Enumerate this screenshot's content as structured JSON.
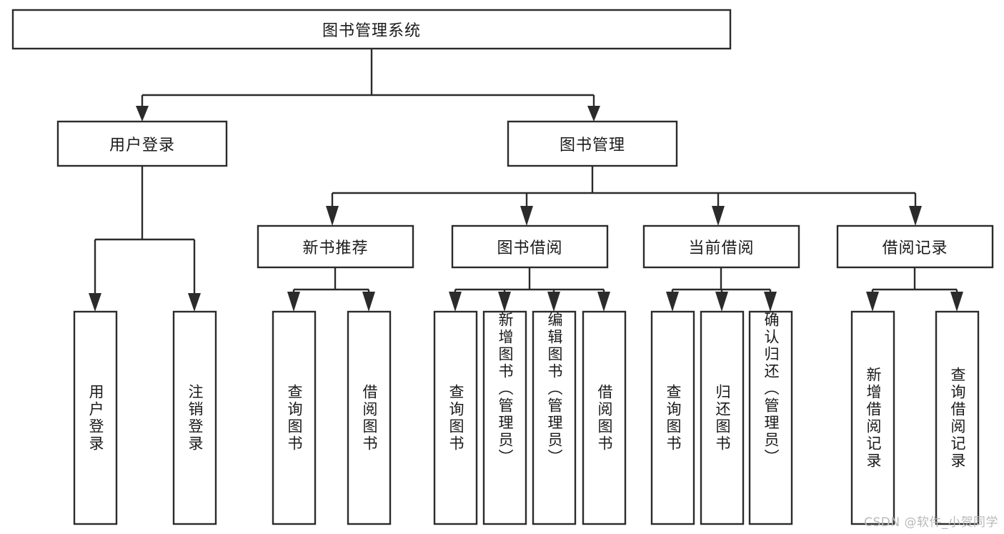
{
  "diagram": {
    "type": "tree-hierarchy",
    "title": "图书管理系统",
    "watermark": "CSDN @软件_小贺同学",
    "colors": {
      "background": "#ffffff",
      "stroke": "#2b2b2b",
      "text": "#1a1a1a",
      "watermark": "#b9b9b9"
    },
    "root": {
      "label": "图书管理系统"
    },
    "level2": [
      {
        "id": "user-login",
        "label": "用户登录"
      },
      {
        "id": "book-management",
        "label": "图书管理"
      }
    ],
    "level3": [
      {
        "id": "new-book-recommend",
        "label": "新书推荐",
        "parent": "book-management"
      },
      {
        "id": "book-borrow",
        "label": "图书借阅",
        "parent": "book-management"
      },
      {
        "id": "current-borrow",
        "label": "当前借阅",
        "parent": "book-management"
      },
      {
        "id": "borrow-record",
        "label": "借阅记录",
        "parent": "book-management"
      }
    ],
    "leaves": {
      "user-login": [
        {
          "id": "leaf-user-login",
          "label": "用户登录"
        },
        {
          "id": "leaf-logout",
          "label": "注销登录"
        }
      ],
      "new-book-recommend": [
        {
          "id": "leaf-query-book-1",
          "label": "查询图书"
        },
        {
          "id": "leaf-borrow-book-1",
          "label": "借阅图书"
        }
      ],
      "book-borrow": [
        {
          "id": "leaf-query-book-2",
          "label": "查询图书"
        },
        {
          "id": "leaf-add-book",
          "label": "新增图书（管理员）"
        },
        {
          "id": "leaf-edit-book",
          "label": "编辑图书（管理员）"
        },
        {
          "id": "leaf-borrow-book-2",
          "label": "借阅图书"
        }
      ],
      "current-borrow": [
        {
          "id": "leaf-query-book-3",
          "label": "查询图书"
        },
        {
          "id": "leaf-return-book",
          "label": "归还图书"
        },
        {
          "id": "leaf-confirm-return",
          "label": "确认归还（管理员）"
        }
      ],
      "borrow-record": [
        {
          "id": "leaf-add-record",
          "label": "新增借阅记录"
        },
        {
          "id": "leaf-query-record",
          "label": "查询借阅记录"
        }
      ]
    }
  }
}
